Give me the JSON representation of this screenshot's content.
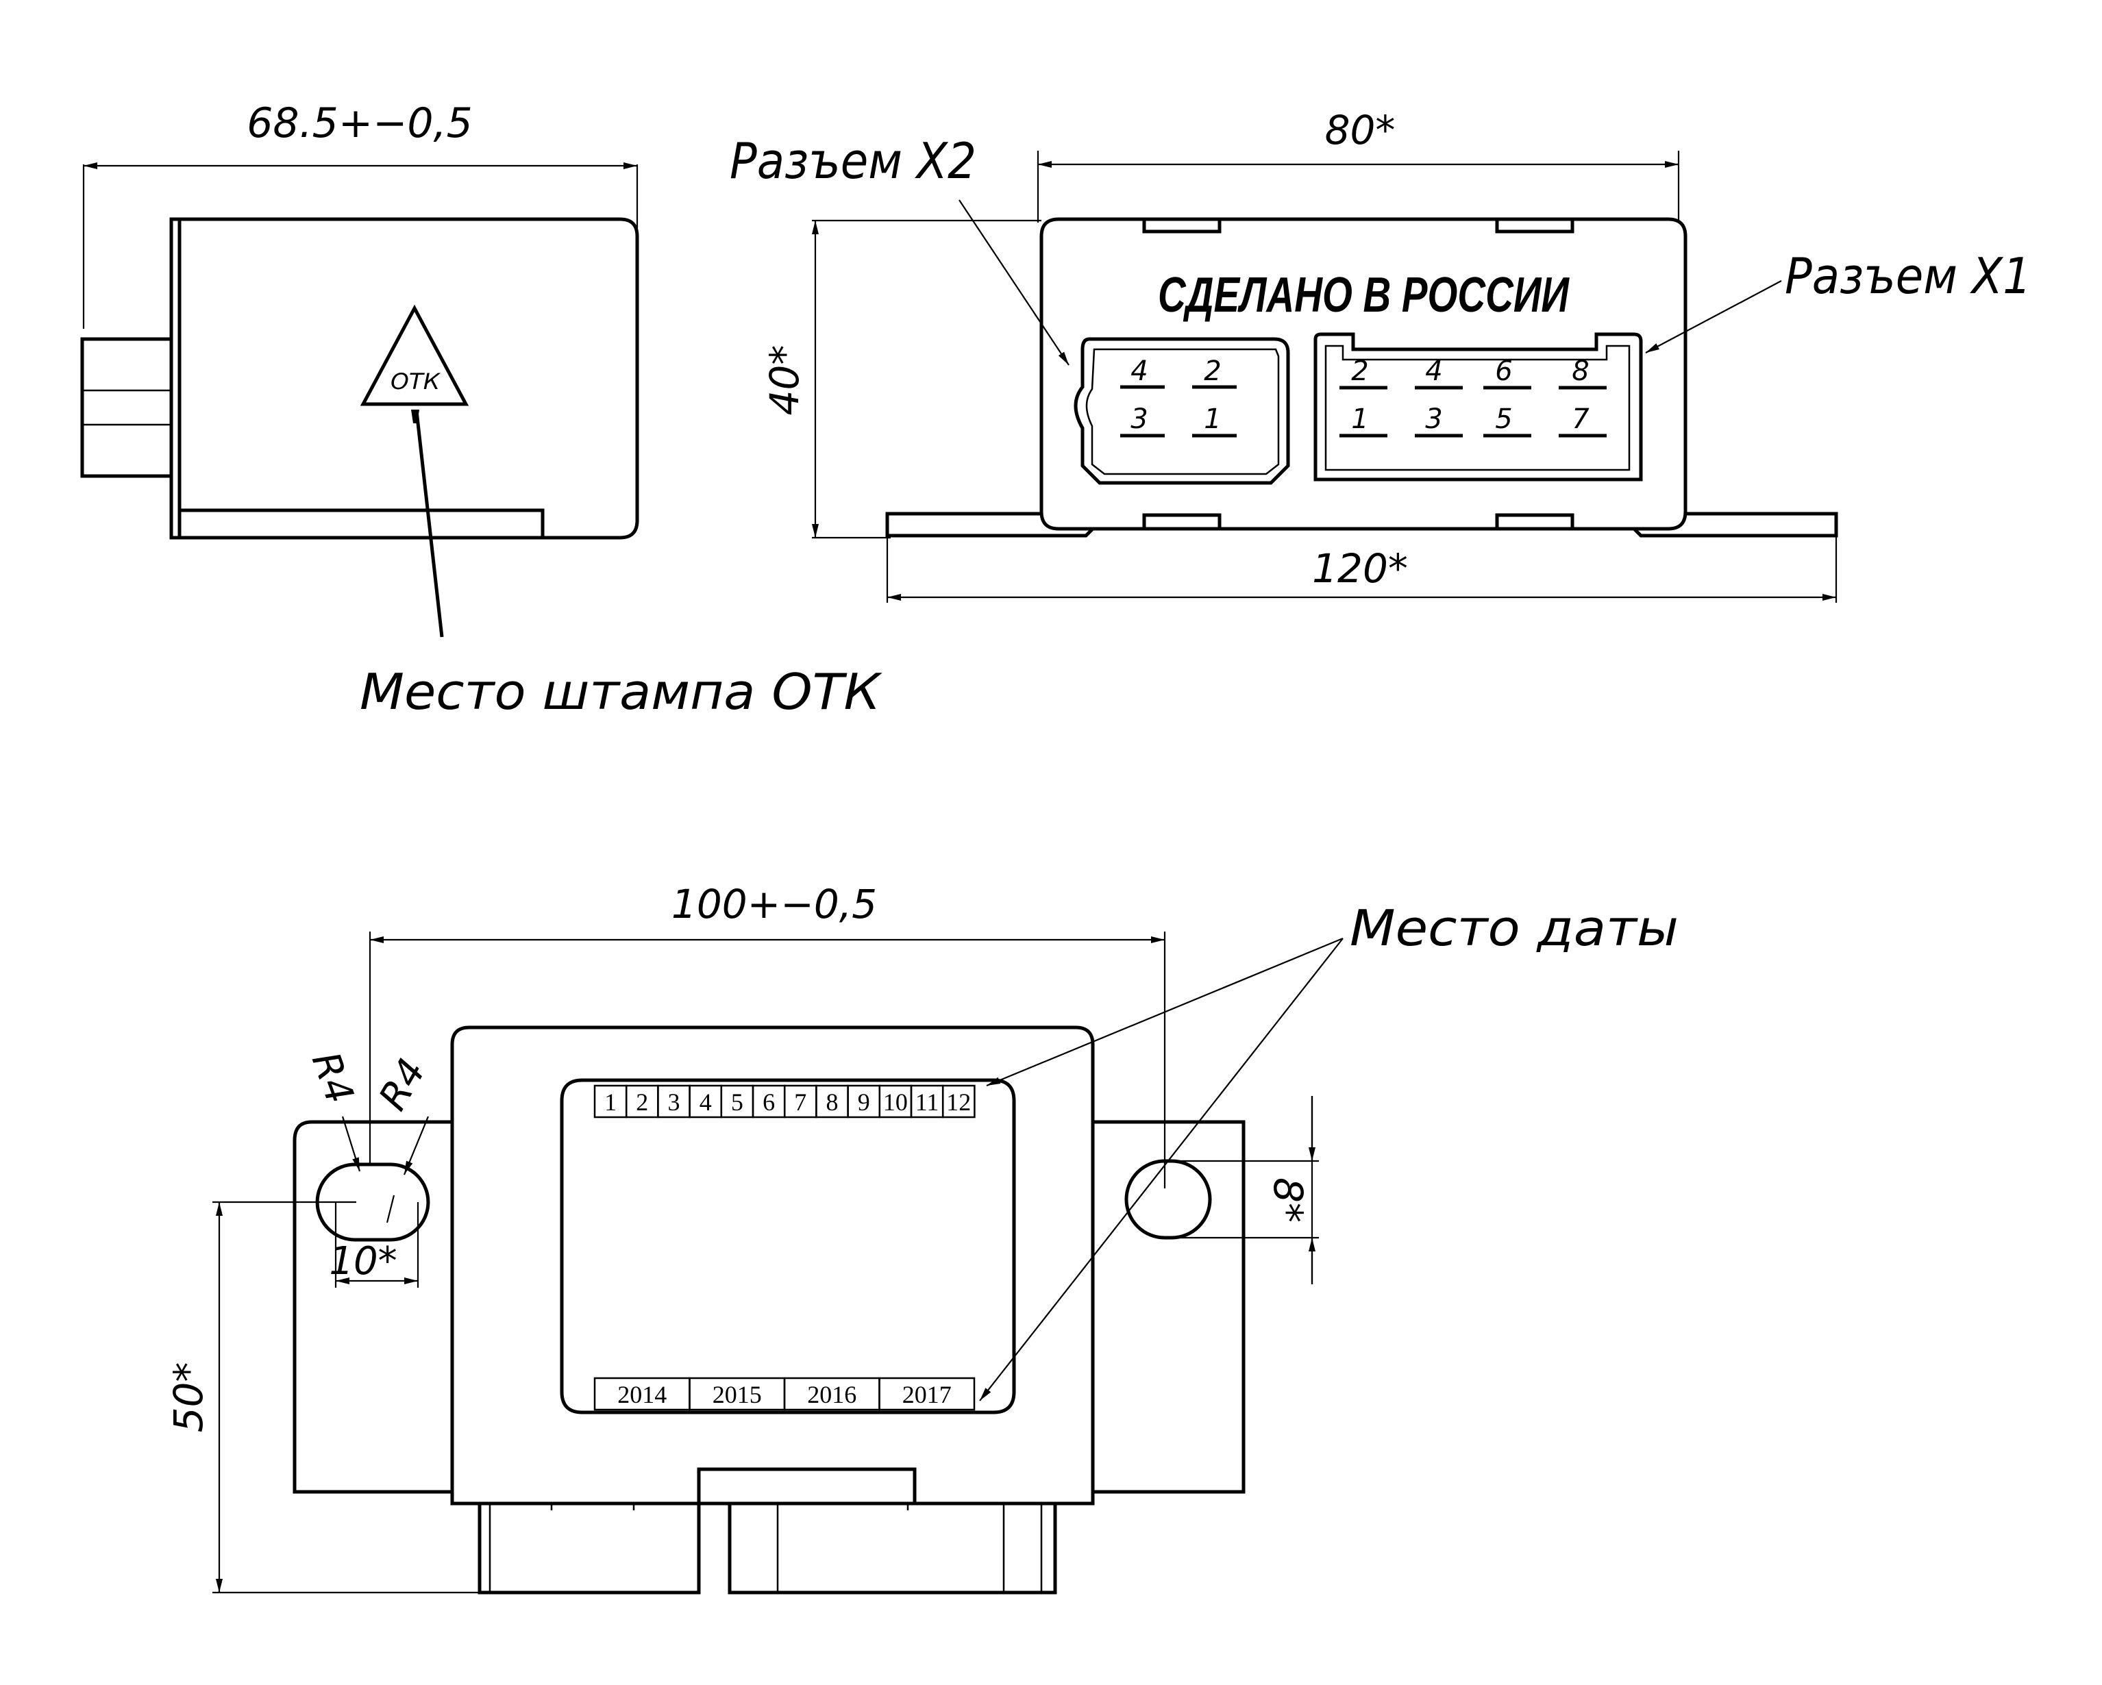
{
  "top_left_view": {
    "width_dim": "68.5+−0,5",
    "stamp_mark": "ОТК",
    "stamp_label": "Место  штампа  ОТК"
  },
  "top_right_view": {
    "width_dim": "80*",
    "height_dim": "40*",
    "base_dim": "120*",
    "made_in": "СДЕЛАНО В РОССИИ",
    "connector_x2_label": "Разъем  X2",
    "connector_x1_label": "Разъем  X1",
    "x2_pins": [
      "4",
      "2",
      "3",
      "1"
    ],
    "x1_pins": [
      "2",
      "4",
      "6",
      "8",
      "1",
      "3",
      "5",
      "7"
    ]
  },
  "bottom_view": {
    "width_dim": "100+−0,5",
    "height_dim": "50*",
    "hole_width_dim": "10*",
    "hole_height_dim": "8*",
    "radius_left": "R4",
    "radius_right": "R4",
    "date_place_label": "Место  даты",
    "month_cells": [
      "1",
      "2",
      "3",
      "4",
      "5",
      "6",
      "7",
      "8",
      "9",
      "10",
      "11",
      "12"
    ],
    "year_cells": [
      "2014",
      "2015",
      "2016",
      "2017"
    ]
  }
}
